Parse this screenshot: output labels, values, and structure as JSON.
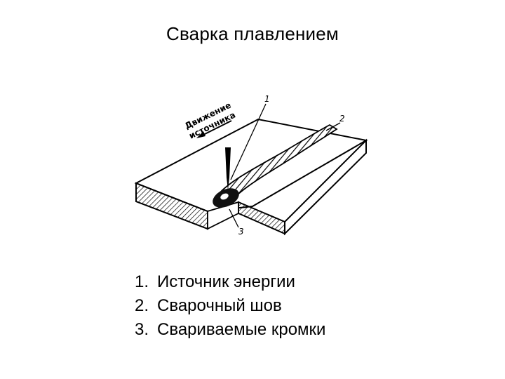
{
  "slide": {
    "title": "Сварка плавлением"
  },
  "diagram": {
    "direction_label_line1": "Движение",
    "direction_label_line2": "источника",
    "callouts": [
      "1",
      "2",
      "3"
    ]
  },
  "legend": {
    "items": [
      {
        "num": "1.",
        "text": "Источник энергии"
      },
      {
        "num": "2.",
        "text": "Сварочный шов"
      },
      {
        "num": "3.",
        "text": "Свариваемые кромки"
      }
    ]
  }
}
